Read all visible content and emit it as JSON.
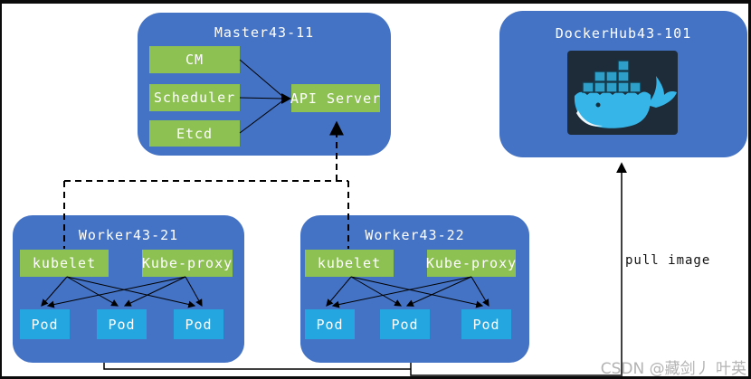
{
  "master": {
    "title": "Master43-11",
    "cm": "CM",
    "scheduler": "Scheduler",
    "etcd": "Etcd",
    "api_server": "API Server"
  },
  "dockerhub": {
    "title": "DockerHub43-101",
    "logo": "docker-whale-logo"
  },
  "workers": [
    {
      "title": "Worker43-21",
      "kubelet": "kubelet",
      "kube_proxy": "Kube-proxy",
      "pods": [
        "Pod",
        "Pod",
        "Pod"
      ]
    },
    {
      "title": "Worker43-22",
      "kubelet": "kubelet",
      "kube_proxy": "Kube-proxy",
      "pods": [
        "Pod",
        "Pod",
        "Pod"
      ]
    }
  ],
  "labels": {
    "pull_image": "pull image"
  },
  "watermark": "CSDN @藏剑丿 叶英",
  "colors": {
    "node_blue": "#4472c4",
    "component_green": "#8dc152",
    "pod_cyan": "#24a7e0",
    "line_black": "#000000",
    "watermark_gray": "#b3b3b3",
    "logo_background": "#1e2b38",
    "whale_cyan": "#36b6e8"
  }
}
